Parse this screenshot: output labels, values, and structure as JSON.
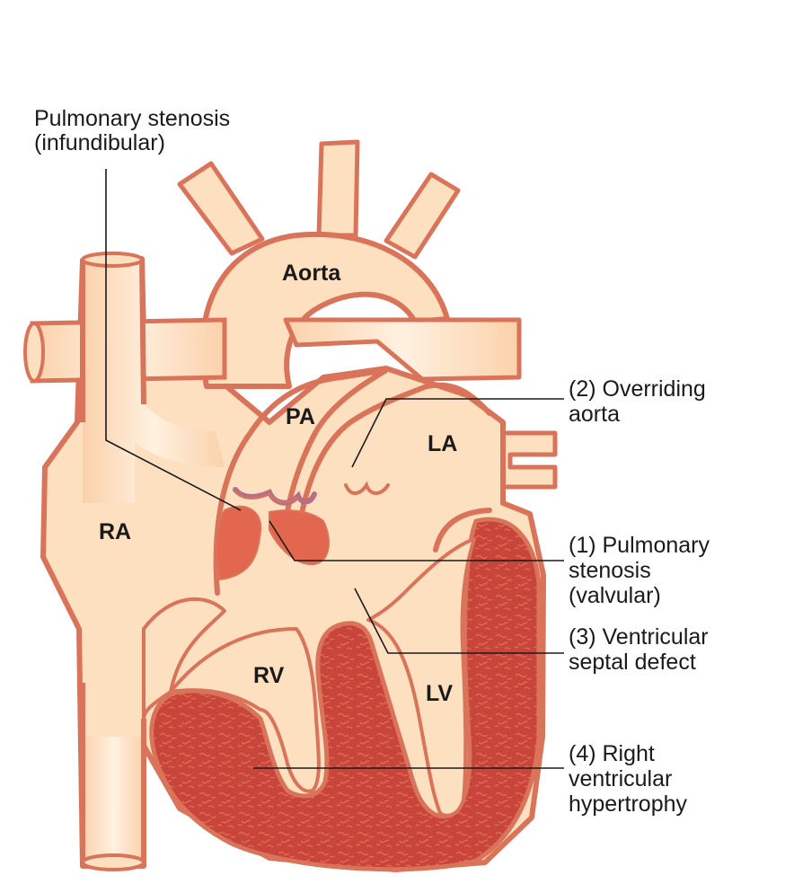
{
  "colors": {
    "outline": "#d9745a",
    "flesh": "#fde0c0",
    "flesh_light": "#fff1e0",
    "muscle": "#c8453c",
    "muscle_speckle": "#e06a4f",
    "stenosis": "#e3664f",
    "valve": "#b76f86",
    "text": "#1a1a1a"
  },
  "chambers": {
    "aorta": "Aorta",
    "pa": "PA",
    "la": "LA",
    "ra": "RA",
    "rv": "RV",
    "lv": "LV"
  },
  "callouts": {
    "infundibular": [
      "Pulmonary stenosis",
      "(infundibular)"
    ],
    "overriding_aorta": [
      "(2) Overriding",
      "aorta"
    ],
    "valvular": [
      "(1) Pulmonary",
      "stenosis",
      "(valvular)"
    ],
    "vsd": [
      "(3) Ventricular",
      "septal defect"
    ],
    "rvh": [
      "(4) Right",
      "ventricular",
      "hypertrophy"
    ]
  }
}
